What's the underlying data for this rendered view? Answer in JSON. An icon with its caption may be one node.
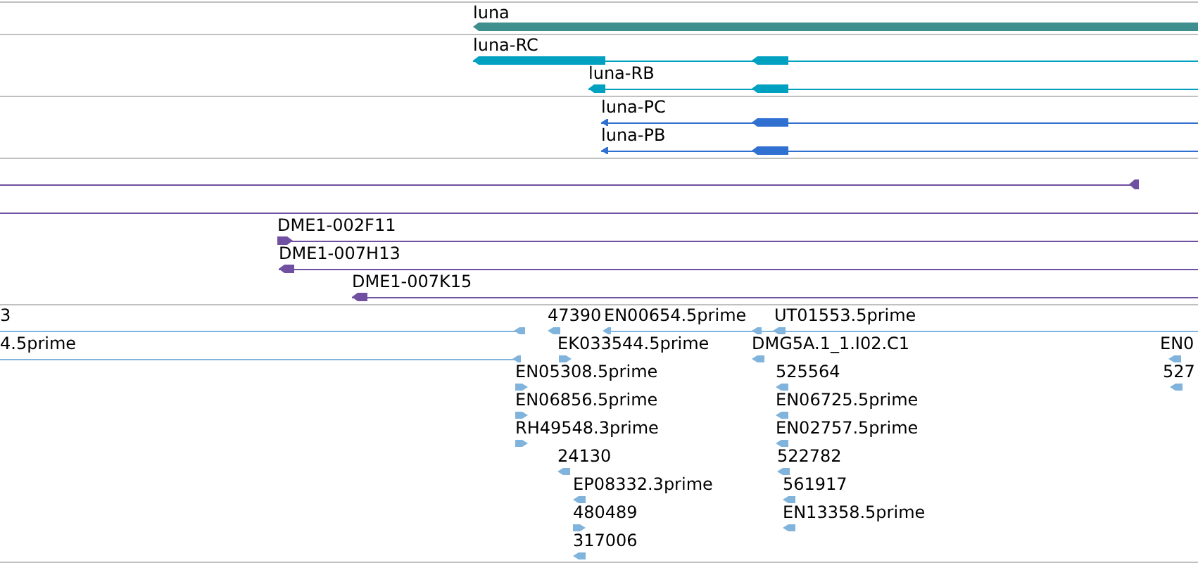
{
  "diagram": {
    "labels": [
      "luna",
      "luna-RC",
      "luna-RB",
      "luna-PC",
      "luna-PB",
      "DME1-002F11",
      "DME1-007H13",
      "DME1-007K15",
      "3",
      "47390",
      "EN00654.5prime",
      "UT01553.5prime",
      "4.5prime",
      "EK033544.5prime",
      "DMG5A.1_1.I02.C1",
      "EN0",
      "EN05308.5prime",
      "525564",
      "527",
      "EN06856.5prime",
      "EN06725.5prime",
      "RH49548.3prime",
      "EN02757.5prime",
      "24130",
      "522782",
      "EP08332.3prime",
      "561917",
      "480489",
      "EN13358.5prime",
      "317006"
    ]
  }
}
